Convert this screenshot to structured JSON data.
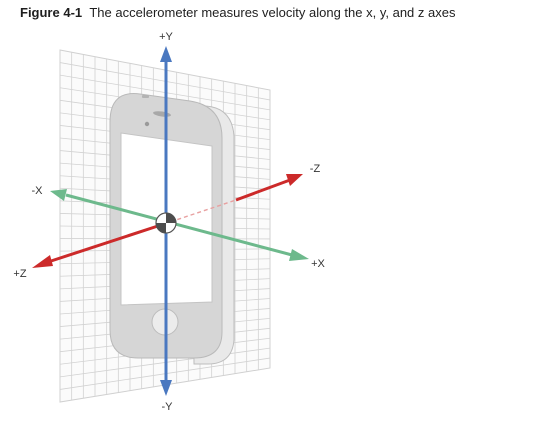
{
  "figure": {
    "label": "Figure 4-1",
    "caption": "The accelerometer measures velocity along the x, y, and z axes"
  },
  "axes": {
    "plus_y": "+Y",
    "minus_y": "-Y",
    "plus_x": "+X",
    "minus_x": "-X",
    "plus_z": "+Z",
    "minus_z": "-Z"
  },
  "colors": {
    "y_axis": "#4a78c0",
    "x_axis": "#6db98c",
    "z_axis": "#cc2a2a",
    "device_body": "#d6d6d6",
    "grid": "#d2d2d2"
  }
}
